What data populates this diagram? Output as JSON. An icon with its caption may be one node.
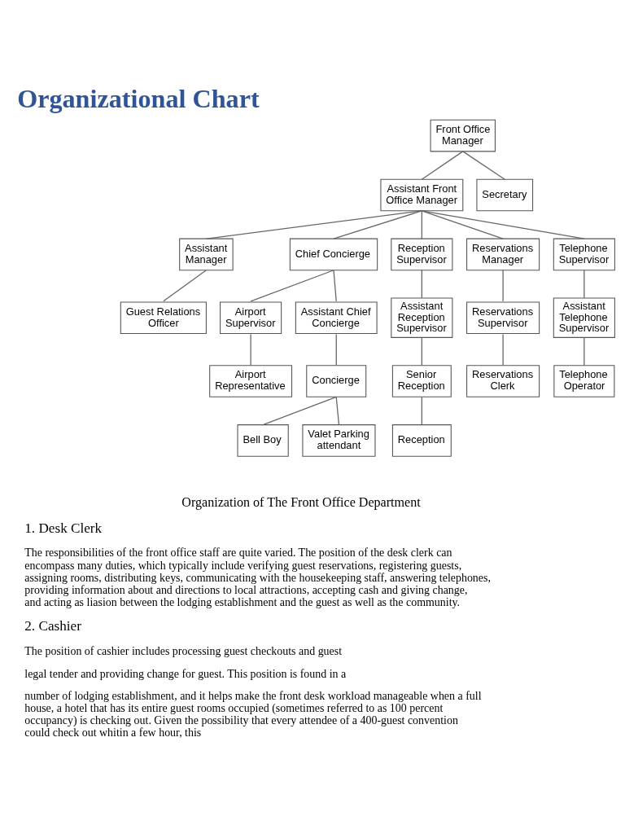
{
  "diagram": {
    "title": "Organizational Chart",
    "nodes": [
      {
        "text": [
          "Front Office Manager"
        ]
      },
      {
        "text": [
          "Secretary"
        ]
      },
      {
        "text": [
          "Assistant Front Office Manager"
        ]
      },
      {
        "text": [
          "Assistant Manager"
        ]
      },
      {
        "text": [
          "Guest Relations Officer"
        ]
      },
      {
        "text": [
          "Chief Concierge"
        ]
      },
      {
        "text": [
          "Reception Supervisor"
        ]
      },
      {
        "text": [
          "Reservations Manager"
        ]
      },
      {
        "text": [
          "Telephone Supervisor"
        ]
      },
      {
        "text": [
          "Airport Supervisor"
        ]
      },
      {
        "text": [
          "Assistant Chief Concierge"
        ]
      },
      {
        "text": [
          "Assistant Reception Supervisor"
        ]
      },
      {
        "text": [
          "Reservations Supervisor"
        ]
      },
      {
        "text": [
          "Assistant Telephone Supervisor"
        ]
      },
      {
        "text": [
          "Airport Representative"
        ]
      },
      {
        "text": [
          "Concierge"
        ]
      },
      {
        "text": [
          "Senior Reception"
        ]
      },
      {
        "text": [
          "Reservations Clerk"
        ]
      },
      {
        "text": [
          "Telephone Operator"
        ]
      },
      {
        "text": [
          "Bell Boy"
        ]
      },
      {
        "text": [
          "Valet Parking attendant"
        ]
      },
      {
        "text": [
          "Reception"
        ]
      }
    ],
    "edges": [
      {
        "from": 0,
        "to": 2,
        "arrow": "none"
      },
      {
        "from": 0,
        "to": 1,
        "arrow": "none"
      },
      {
        "from": 2,
        "to": 3,
        "arrow": "none"
      },
      {
        "from": 3,
        "to": 4,
        "arrow": "none"
      },
      {
        "from": 2,
        "to": 5,
        "arrow": "none"
      },
      {
        "from": 2,
        "to": 6,
        "arrow": "none"
      },
      {
        "from": 2,
        "to": 7,
        "arrow": "none"
      },
      {
        "from": 2,
        "to": 8,
        "arrow": "none"
      },
      {
        "from": 5,
        "to": 9,
        "arrow": "none"
      },
      {
        "from": 9,
        "to": 14,
        "arrow": "none"
      },
      {
        "from": 5,
        "to": 10,
        "arrow": "none"
      },
      {
        "from": 10,
        "to": 15,
        "arrow": "none"
      },
      {
        "from": 15,
        "to": 19,
        "arrow": "none"
      },
      {
        "from": 15,
        "to": 20,
        "arrow": "none"
      },
      {
        "from": 6,
        "to": 11,
        "arrow": "none"
      },
      {
        "from": 11,
        "to": 16,
        "arrow": "none"
      },
      {
        "from": 16,
        "to": 21,
        "arrow": "none"
      },
      {
        "from": 7,
        "to": 12,
        "arrow": "none"
      },
      {
        "from": 12,
        "to": 17,
        "arrow": "none"
      },
      {
        "from": 8,
        "to": 13,
        "arrow": "none"
      },
      {
        "from": 13,
        "to": 18,
        "arrow": "none"
      }
    ],
    "labels": [
      "Organization of The Front Office Department",
      "1. Desk Clerk",
      "The responsibilities of the front office staff are quite varied. The position of the desk clerk can encompass many duties, which typically include verifying guest reservations, registering guests, assigning rooms, distributing keys, communicating with the housekeeping staff, answering telephones, providing information about and directions to local attractions, accepting cash and giving change, and acting as liasion between the lodging establishment and the guest as well as the community.",
      "2. Cashier",
      "The position of cashier includes processing guest checkouts and guest",
      "legal tender and providing change for guest. This position is found in a",
      "number of lodging establishment, and it helps make the front desk workload manageable when a full house, a hotel that has its entire guest rooms occupied (sometimes referred to as 100 percent occupancy) is checking out. Given the possibility that every attendee of a 400-guest convention could check out whitin a few hour, this"
    ]
  }
}
